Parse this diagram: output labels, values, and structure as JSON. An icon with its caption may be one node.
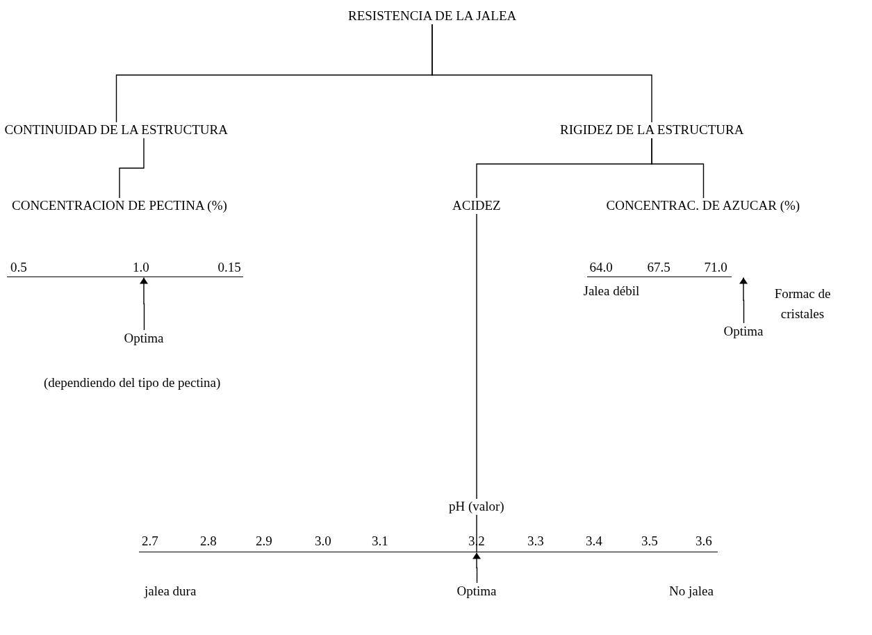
{
  "diagram": {
    "nodes": [
      {
        "text": [
          "RESISTENCIA DE LA JALEA"
        ]
      },
      {
        "text": [
          "CONTINUIDAD DE LA ESTRUCTURA"
        ]
      },
      {
        "text": [
          "RIGIDEZ DE LA ESTRUCTURA"
        ]
      },
      {
        "text": [
          "CONCENTRACION DE PECTINA (%)"
        ]
      },
      {
        "text": [
          "ACIDEZ"
        ]
      },
      {
        "text": [
          "CONCENTRAC. DE AZUCAR (%)"
        ]
      },
      {
        "text": [
          "Optima"
        ],
        "beside": [
          "(dependiendo del tipo de pectina)"
        ]
      },
      {
        "text": [
          "Optima"
        ]
      },
      {
        "text": [
          "pH (valor)"
        ]
      },
      {
        "text": [
          "Optima"
        ]
      },
      {
        "text": [],
        "shape": "bar"
      },
      {
        "text": [],
        "shape": "bar"
      },
      {
        "text": [],
        "shape": "bar"
      }
    ],
    "edges": [
      {
        "from": 0,
        "to": 1,
        "arrow": "none"
      },
      {
        "from": 0,
        "to": 2,
        "arrow": "none"
      },
      {
        "from": 1,
        "to": 3,
        "arrow": "none"
      },
      {
        "from": 2,
        "to": 4,
        "arrow": "none"
      },
      {
        "from": 2,
        "to": 5,
        "arrow": "none"
      },
      {
        "from": 4,
        "to": 8,
        "arrow": "none"
      },
      {
        "from": 8,
        "to": 12,
        "arrow": "none"
      },
      {
        "from": 6,
        "to": 10,
        "arrow": "to"
      },
      {
        "from": 7,
        "to": 11,
        "arrow": "to"
      },
      {
        "from": 9,
        "to": 12,
        "arrow": "to"
      }
    ],
    "labels": [
      "0.5",
      "1.0",
      "0.15",
      "64.0",
      "67.5",
      "71.0",
      "Jalea débil",
      "Formac de cristales",
      "2.7",
      "2.8",
      "2.9",
      "3.0",
      "3.1",
      "3.2",
      "3.3",
      "3.4",
      "3.5",
      "3.6",
      "jalea dura",
      "No jalea"
    ]
  }
}
